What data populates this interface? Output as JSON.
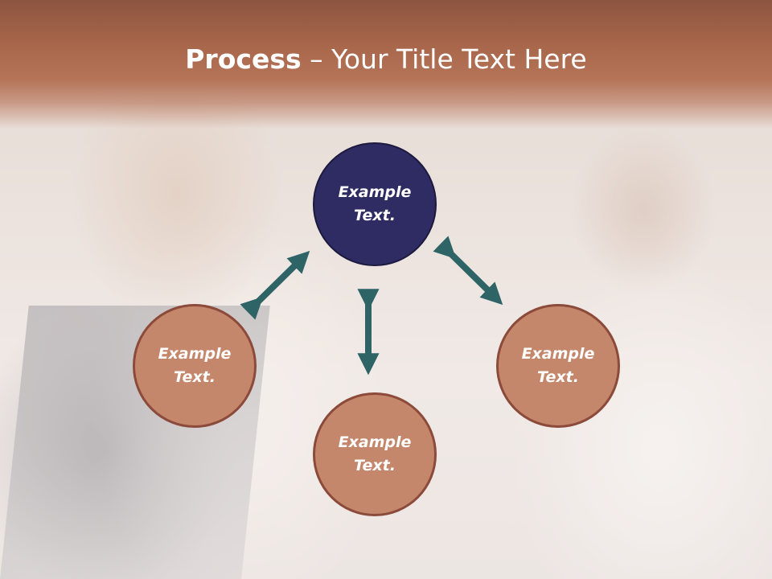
{
  "slide": {
    "title_bold": "Process",
    "title_rest": " – Your Title Text Here"
  },
  "diagram": {
    "top_circle": "Example\nText.",
    "left_circle": "Example\nText.",
    "right_circle": "Example\nText.",
    "bottom_circle": "Example\nText."
  },
  "colors": {
    "title_band": "#a8664b",
    "top_circle_fill": "#2e2c63",
    "side_circle_fill": "#c5876b",
    "side_circle_border": "#8b4a3a",
    "arrow": "#2e6466"
  },
  "icons": {
    "arrows": "double-headed-arrow"
  }
}
